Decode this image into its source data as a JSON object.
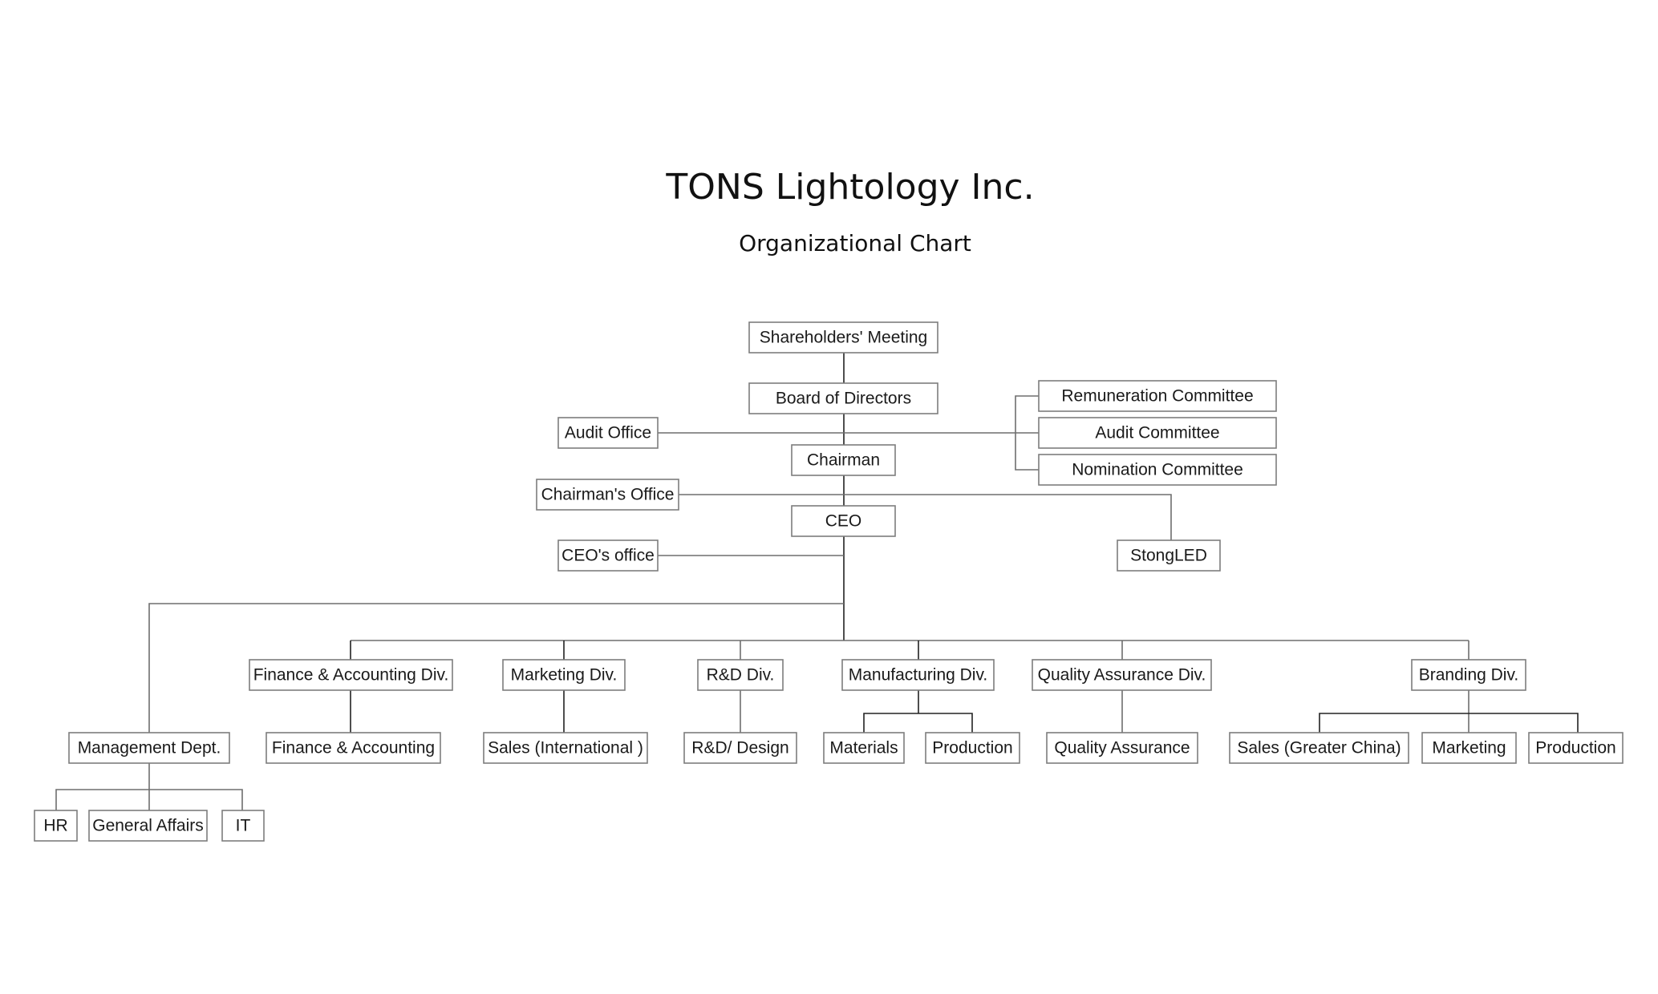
{
  "header": {
    "title": "TONS Lightology Inc.",
    "subtitle": "Organizational Chart"
  },
  "nodes": {
    "shareholders_meeting": "Shareholders' Meeting",
    "board_of_directors": "Board of Directors",
    "audit_office": "Audit Office",
    "remuneration_committee": "Remuneration Committee",
    "audit_committee": "Audit Committee",
    "nomination_committee": "Nomination Committee",
    "chairman": "Chairman",
    "chairmans_office": "Chairman's Office",
    "ceo": "CEO",
    "ceos_office": "CEO's office",
    "stongled": "StongLED",
    "management_dept": "Management Dept.",
    "hr": "HR",
    "general_affairs": "General Affairs",
    "it": "IT",
    "finance_accounting_div": "Finance & Accounting Div.",
    "finance_accounting": "Finance & Accounting",
    "marketing_div": "Marketing Div.",
    "sales_international": "Sales (International )",
    "rd_div": "R&D Div.",
    "rd_design": "R&D/ Design",
    "manufacturing_div": "Manufacturing Div.",
    "materials": "Materials",
    "manufacturing_production": "Production",
    "quality_assurance_div": "Quality Assurance Div.",
    "quality_assurance": "Quality Assurance",
    "branding_div": "Branding Div.",
    "sales_greater_china": "Sales (Greater China)",
    "branding_marketing": "Marketing",
    "branding_production": "Production"
  }
}
